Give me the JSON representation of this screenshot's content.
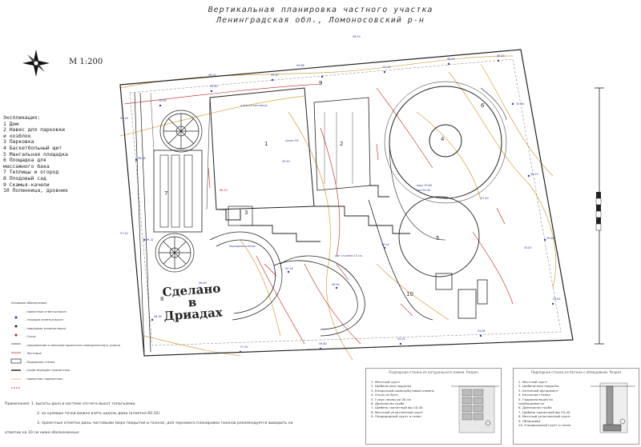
{
  "title": {
    "line1": "Вертикальная планировка частного участка",
    "line2": "Ленинградская обл., Ломоносовский р-н"
  },
  "scale_label": "М 1:200",
  "compass_icon": "north-arrow-icon",
  "explication": {
    "heading": "Экспликация:",
    "items": [
      "1 Дом",
      "2 Навес для парковки",
      "   и хозблок",
      "3 Парковка",
      "4 Баскетбольный щит",
      "5 Мангальная площадка",
      "6 Площадка для",
      "   массажного бака",
      "7 Теплицы и огород",
      "8 Плодовый сад",
      "9 Скамья-качели",
      "10 Поленница, дровник"
    ]
  },
  "legend": {
    "heading": "Условные обозначения:",
    "rows": [
      "- проектные отметки высот",
      "- текущие отметки высот",
      "- надзорная отметка высот",
      "- Откос",
      "- направление и значение проектного поверхностного уклона",
      "- Лестница",
      "- Подпорная стенка",
      "- существующая горизонталь",
      "- проектная горизонталь"
    ]
  },
  "stamp": {
    "line1": "Сделано",
    "line2": "в",
    "line3": "Дриадах"
  },
  "notes": [
    "Примечания: 1. высоты дана в системе отсчета высот топосъемки.",
    "2. за нулевые точки можно взять  цоколь дома (отметка 60.10)",
    "3. проектные отметки даны чистовыми (верх покрытия и газона), для чернового планировки газонов рекомендуется выводить на",
    "отметки на 10 см ниже обозначенных"
  ],
  "panel_left": {
    "heading": "Подпорная стенка из натурального камня. Разрез",
    "items": [
      "1. Местный грунт",
      "2. Щебеночная подушка",
      "3. Кладочный камень/бутовый камень",
      "4. Откос из бута",
      "5. Гумус почвы до 50 см",
      "6. Дренажная труба",
      "7. Щебень гранитный фр 20-40",
      "8. Местный уплотненный грунт",
      "9. Плодородный грунт и газон"
    ]
  },
  "panel_right": {
    "heading": "Подпорная стенка из бетона с облицовкой. Разрез",
    "items": [
      "1. Местный грунт",
      "2. Щебеночная подушка",
      "3. Бетонный фундамент",
      "4. Бетонная стенка",
      "5. Гидроизоляция по",
      "   необходимости",
      "6. Дренажная труба",
      "7. Щебень гранитный фр 20-40",
      "8. Местный уплотненный грунт",
      "9. Облицовка",
      "10. Плодородный грунт и газон"
    ]
  },
  "zones": [
    "1",
    "2",
    "3",
    "4",
    "5",
    "6",
    "7",
    "8",
    "9",
    "10"
  ],
  "elevation_labels": {
    "top": [
      "59.90",
      "59.62",
      "59.40",
      "59.68",
      "57.90",
      "58.40",
      "56.43",
      "55.66",
      "59.18",
      "58.50"
    ],
    "middle": [
      "60.10",
      "59.50",
      "59.16",
      "58.94",
      "58.20",
      "56.20",
      "55.80",
      "57.40",
      "58.60",
      "55.87"
    ],
    "bottom": [
      "59.12",
      "58.84",
      "58.36",
      "57.02",
      "56.80",
      "55.91",
      "54.80",
      "53.82",
      "58.24",
      "57.40"
    ]
  },
  "annotation_texts": [
    "отметка лестницы",
    "подпорная стенка",
    "уклон 5%",
    "верх 59.60",
    "низ 58.40",
    "шаг ступени 15 см"
  ],
  "colors": {
    "contour_existing": "#d4a23a",
    "contour_proposed": "#c21a1a",
    "spot_blue": "#2f3b9e",
    "line": "#222222"
  }
}
